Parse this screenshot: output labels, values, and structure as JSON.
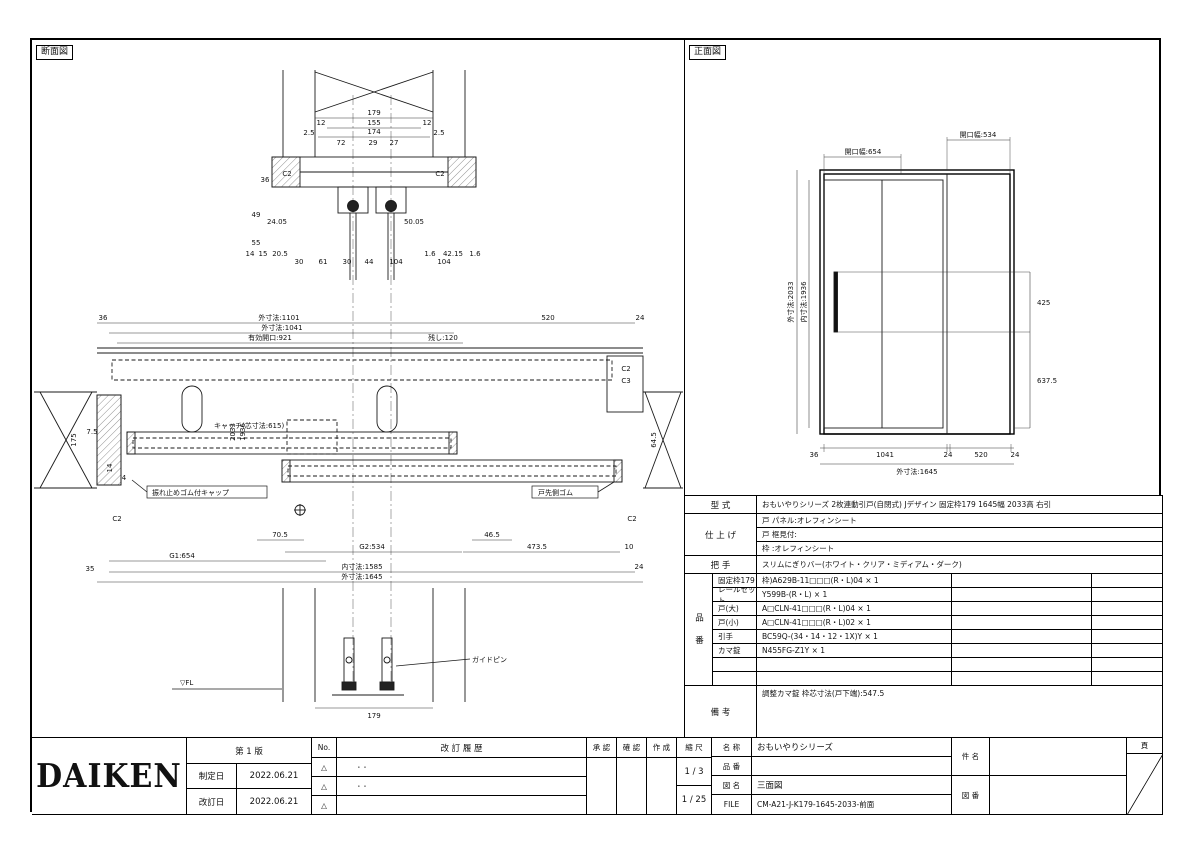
{
  "labels": {
    "section_view": "断面図",
    "front_view": "正面図"
  },
  "sec": {
    "d179": "179",
    "d155": "155",
    "d174": "174",
    "d12l": "12",
    "d12r": "12",
    "d25l": "2.5",
    "d25r": "2.5",
    "d72": "72",
    "d29": "29",
    "d27": "27",
    "c2tl": "C2",
    "c2tr": "C2",
    "v36": "36",
    "v49": "49",
    "v2405": "24.05",
    "v5005": "50.05",
    "v55": "55",
    "s14": "14",
    "s15": "15",
    "s205": "20.5",
    "s30a": "30",
    "s61": "61",
    "s30b": "30",
    "s44": "44",
    "s104a": "104",
    "s16a": "1.6",
    "s4215": "42.15",
    "s16b": "1.6",
    "s104b": "104",
    "p36": "36",
    "p1101": "外寸法:1101",
    "p1041": "外寸法:1041",
    "p921": "有効開口:921",
    "p120": "残し:120",
    "p520": "520",
    "p24": "24",
    "rot2033": "2033",
    "rot1936": "1936",
    "d75": "7.5",
    "d175": "175",
    "d645": "64.5",
    "d14": "14",
    "d4": "4",
    "lbl_catch": "キャッチ(芯寸法:615)",
    "lbl_cap": "振れ止めゴム付キャップ",
    "lbl_gom": "戸先側ゴム",
    "c2a": "C2",
    "c3a": "C3",
    "c2bl": "C2",
    "c2br": "C2",
    "g705": "70.5",
    "g465": "46.5",
    "g2": "G2:534",
    "g4735": "473.5",
    "g10": "10",
    "g1": "G1:654",
    "b35": "35",
    "b1585": "内寸法:1585",
    "b1645": "外寸法:1645",
    "b24": "24",
    "guidepin": "ガイドピン",
    "fl": "▽FL",
    "b179": "179"
  },
  "front": {
    "w534": "開口幅:534",
    "w654": "開口幅:654",
    "h2033": "外寸法:2033",
    "h1936": "内寸法:1936",
    "r425": "425",
    "r6375": "637.5",
    "b36": "36",
    "b1041": "1041",
    "b24a": "24",
    "b520": "520",
    "b24b": "24",
    "b1645": "外寸法:1645"
  },
  "spec": {
    "type_label": "型 式",
    "type_value": "おもいやりシリーズ 2枚連動引戸(自閉式) Jデザイン 固定枠179 1645幅 2033高 右引",
    "finish_label": "仕 上 げ",
    "finish1": "戸 パネル:オレフィンシート",
    "finish2": "戸 框見付:",
    "finish3": "枠    :オレフィンシート",
    "handle_label": "把 手",
    "handle_value": "スリムにぎりバー(ホワイト・クリア・ミディアム・ダーク)",
    "parts_label": "品 番",
    "parts": [
      {
        "name": "固定枠179",
        "no": "枠)A629B-11□□□(R・L)04 × 1"
      },
      {
        "name": "レールセット",
        "no": "Y599B-(R・L) × 1"
      },
      {
        "name": "戸(大)",
        "no": "A□CLN-41□□□(R・L)04 × 1"
      },
      {
        "name": "戸(小)",
        "no": "A□CLN-41□□□(R・L)02 × 1"
      },
      {
        "name": "引手",
        "no": "BC59Q-(34・14・12・1X)Y × 1"
      },
      {
        "name": "カマ錠",
        "no": "N455FG-Z1Y × 1"
      },
      {
        "name": "",
        "no": ""
      },
      {
        "name": "",
        "no": ""
      }
    ],
    "note_label": "備 考",
    "note_value": "調整カマ錠 枠芯寸法(戸下端):547.5"
  },
  "title_block": {
    "logo": "DAIKEN",
    "edition": "第 1 版",
    "enact_label": "制定日",
    "enact_date": "2022.06.21",
    "revise_label": "改訂日",
    "revise_date": "2022.06.21",
    "no_label": "No.",
    "rev_marks": [
      "△",
      "△",
      "△"
    ],
    "history_label": "改 訂 履 歴",
    "history_rows": [
      "･ ･",
      "･ ･",
      ""
    ],
    "approve_label": "承 認",
    "check_label": "確 認",
    "create_label": "作 成",
    "scale_label": "縮 尺",
    "scale1": "1 / 3",
    "scale2": "1 / 25",
    "name_label": "名 称",
    "name_value": "おもいやりシリーズ",
    "code_label": "品 番",
    "code_value": "",
    "drawing_label": "図 名",
    "drawing_value": "三面図",
    "file_label": "FILE",
    "file_value": "CM-A21-J-K179-1645-2033-前面",
    "subject_label": "件 名",
    "number_label": "図 番",
    "page_label": "頁"
  }
}
